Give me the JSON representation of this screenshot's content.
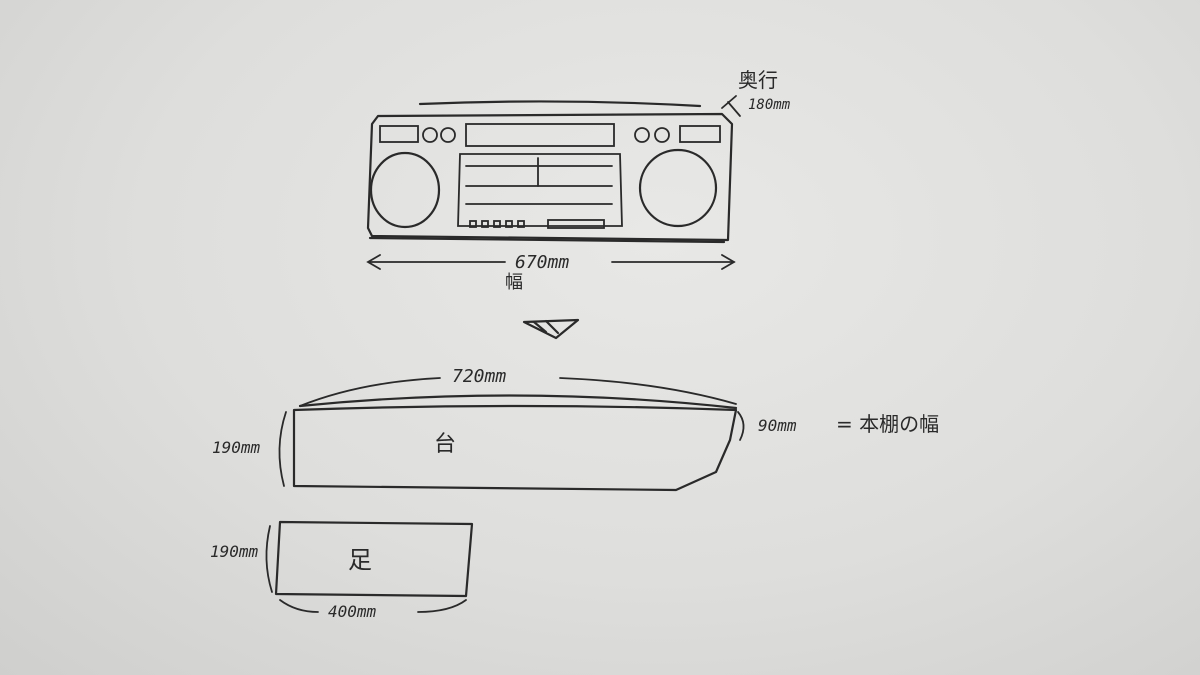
{
  "boombox": {
    "depth_label": "奥行",
    "depth_value": "180mm",
    "width_value": "670mm",
    "width_label": "幅"
  },
  "stand": {
    "length_value": "720mm",
    "height_value": "190mm",
    "name": "台",
    "depth_value": "90mm",
    "note": "= 本棚の幅"
  },
  "leg": {
    "height_value": "190mm",
    "name": "足",
    "length_value": "400mm"
  },
  "colors": {
    "ink": "#2a2a2a",
    "paper": "#e6e6e4"
  }
}
